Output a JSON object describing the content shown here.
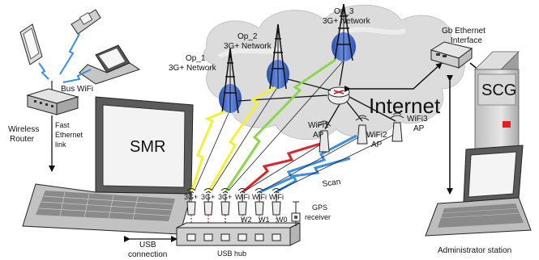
{
  "labels": {
    "op1_name": "Op_1",
    "op1_net": "3G+ Network",
    "op2_name": "Op_2",
    "op2_net": "3G+ Network",
    "op3_name": "Op_3",
    "op3_net": "3G+ Network",
    "internet": "Internet",
    "gb_line1": "Gb Ethernet",
    "gb_line2": "Interface",
    "scg": "SCG",
    "bus_wifi": "Bus WiFi",
    "wireless_router_1": "Wireless",
    "wireless_router_2": "Router",
    "fast_1": "Fast",
    "fast_2": "Ethernet",
    "fast_3": "link",
    "smr": "SMR",
    "wifi1_1": "WiFi1",
    "wifi1_2": "AP",
    "wifi2_1": "WiFi2",
    "wifi2_2": "AP",
    "wifi3_1": "WiFi3",
    "wifi3_2": "AP",
    "scan": "Scan",
    "port_labels": [
      "3G+",
      "3G+",
      "3G+",
      "WiFi",
      "WiFi",
      "WiFi"
    ],
    "w_labels": [
      "W2",
      "W1",
      "W0"
    ],
    "gps_1": "GPS",
    "gps_2": "receiver",
    "usb_conn_1": "USB",
    "usb_conn_2": "connection",
    "usb_hub": "USB hub",
    "admin_station": "Administrator station"
  },
  "colors": {
    "tower_blue": "#4a6fc9",
    "lightning_yellow": "#f3f03a",
    "lightning_green": "#8bd64a",
    "lightning_red": "#d9262b",
    "lightning_blue": "#3a8fe0",
    "cloud": "#d7d7d7",
    "led_red": "#e02020"
  }
}
